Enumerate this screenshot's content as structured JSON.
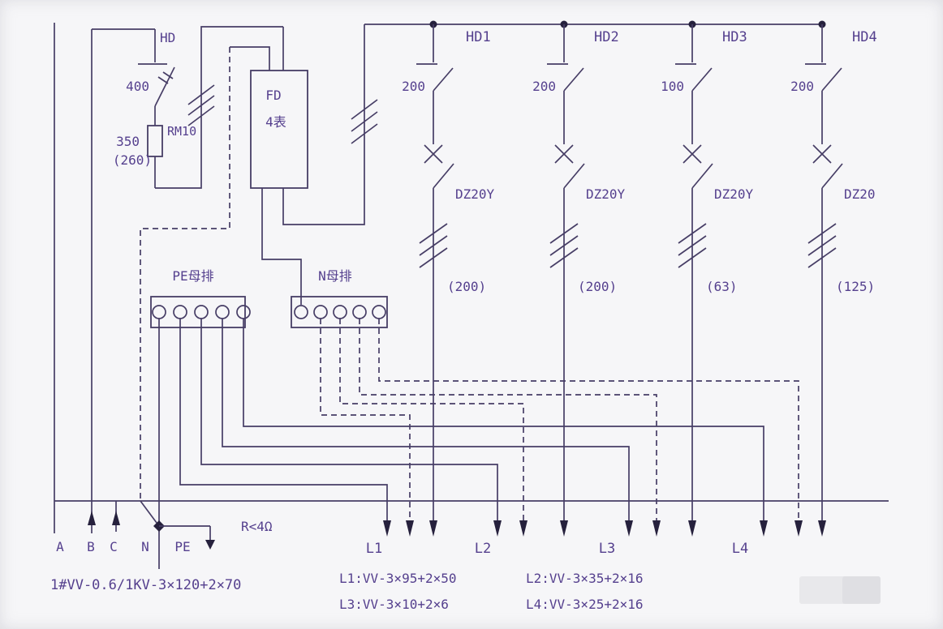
{
  "incoming": {
    "switch_label": "HD",
    "switch_rating": "400",
    "fuse_model": "RM10",
    "fuse_rating": "350",
    "fuse_rating_paren": "(260)",
    "phases": [
      "A",
      "B",
      "C",
      "N",
      "PE"
    ],
    "cable_spec": "1#VV-0.6/1KV-3×120+2×70",
    "ground_resistance": "R<4Ω"
  },
  "meter_box": {
    "line1": "FD",
    "line2": "4表"
  },
  "busbars": {
    "pe_label": "PE母排",
    "n_label": "N母排"
  },
  "feeders": [
    {
      "isolator": "HD1",
      "isolator_rating": "200",
      "breaker": "DZ20Y",
      "breaker_rating": "(200)",
      "circuit": "L1"
    },
    {
      "isolator": "HD2",
      "isolator_rating": "200",
      "breaker": "DZ20Y",
      "breaker_rating": "(200)",
      "circuit": "L2"
    },
    {
      "isolator": "HD3",
      "isolator_rating": "100",
      "breaker": "DZ20Y",
      "breaker_rating": "(63)",
      "circuit": "L3"
    },
    {
      "isolator": "HD4",
      "isolator_rating": "200",
      "breaker": "DZ20",
      "breaker_rating": "(125)",
      "circuit": "L4"
    }
  ],
  "circuit_cables": [
    {
      "label": "L1:VV-3×95+2×50"
    },
    {
      "label": "L2:VV-3×35+2×16"
    },
    {
      "label": "L3:VV-3×10+2×6"
    },
    {
      "label": "L4:VV-3×25+2×16"
    }
  ],
  "colors": {
    "line": "#473e66",
    "text": "#55408e",
    "ink": "#26213d",
    "paper": "#f6f6f8"
  }
}
